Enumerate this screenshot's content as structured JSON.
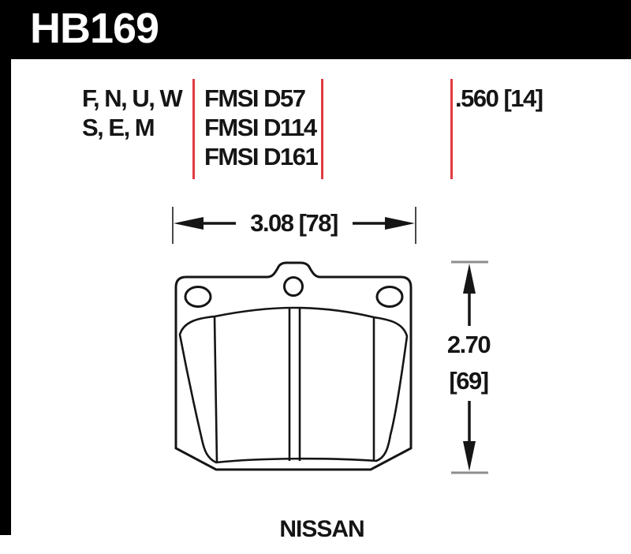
{
  "header": {
    "part_number": "HB169"
  },
  "spec": {
    "compounds": [
      "F, N, U, W",
      "S, E, M"
    ],
    "fmsi": [
      "FMSI D57",
      "FMSI D114",
      "FMSI D161"
    ],
    "thickness": ".560 [14]"
  },
  "dimensions": {
    "width": "3.08 [78]",
    "height_in": "2.70",
    "height_mm": "[69]"
  },
  "brand": "NISSAN",
  "colors": {
    "header_bg": "#000000",
    "header_text": "#ffffff",
    "divider_red": "#e13b42",
    "ink": "#151515",
    "tick_gray": "#8e8e8e"
  }
}
